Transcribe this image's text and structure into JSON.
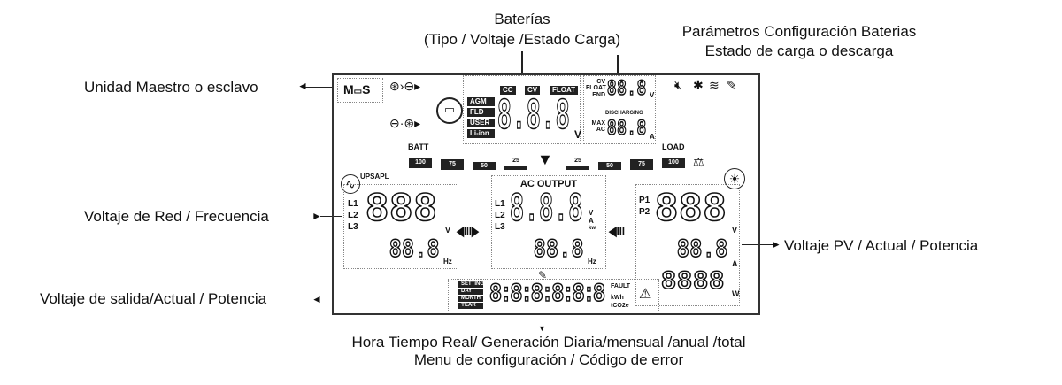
{
  "annotations": {
    "battery_title": "Baterías",
    "battery_sub": "(Tipo / Voltaje /Estado Carga)",
    "params_title": "Parámetros Configuración Baterias",
    "params_sub": "Estado de carga o descarga",
    "master_slave": "Unidad Maestro o esclavo",
    "grid": "Voltaje de Red / Frecuencia",
    "pv": "Voltaje PV / Actual / Potencia",
    "output": "Voltaje de salida/Actual / Potencia",
    "bottom_1": "Hora Tiempo Real/ Generación Diaria/mensual /anual /total",
    "bottom_2": "Menu de configuración / Código de error"
  },
  "lcd": {
    "master_slave_m": "M",
    "master_slave_s": "S",
    "battery": {
      "modes": [
        "CC",
        "CV",
        "FLOAT"
      ],
      "types": [
        "AGM",
        "FLD",
        "USER",
        "Li-ion"
      ],
      "digits": "8.8.8",
      "unit": "V"
    },
    "params": {
      "labels_top": [
        "CV",
        "FLOAT",
        "END"
      ],
      "digits_top": "88.8",
      "unit_top": "V",
      "discharging": "DISCHARGING",
      "labels_bottom": [
        "MAX",
        "AC"
      ],
      "digits_bottom": "88.8",
      "unit_bottom": "A"
    },
    "batt_label": "BATT",
    "load_label": "LOAD",
    "batt_levels": [
      "100",
      "75",
      "50",
      "25"
    ],
    "load_levels": [
      "25",
      "50",
      "75",
      "100"
    ],
    "grid": {
      "label": "UPSAPL",
      "lines": [
        "L1",
        "L2",
        "L3"
      ],
      "digits": "888",
      "unit": "V",
      "freq_digits": "88.8",
      "freq_unit": "Hz"
    },
    "ac_output": {
      "title": "AC OUTPUT",
      "lines": [
        "L1",
        "L2",
        "L3"
      ],
      "digits": "8.8.8",
      "units": [
        "V",
        "A",
        "kw"
      ],
      "freq_digits": "88.8",
      "freq_unit": "Hz"
    },
    "pv": {
      "lines": [
        "P1",
        "P2"
      ],
      "digits": "888",
      "unit_v": "V",
      "amp_digits": "88.8",
      "unit_a": "A",
      "power_digits": "8888",
      "unit_w": "W"
    },
    "bottom": {
      "tags": [
        "SETTING",
        "DAY",
        "MONTH",
        "YEAR"
      ],
      "digits": "8:8:8:8:8:8",
      "fault": "FAULT",
      "kwh": "kWh",
      "tco2e": "tCO2e"
    }
  }
}
